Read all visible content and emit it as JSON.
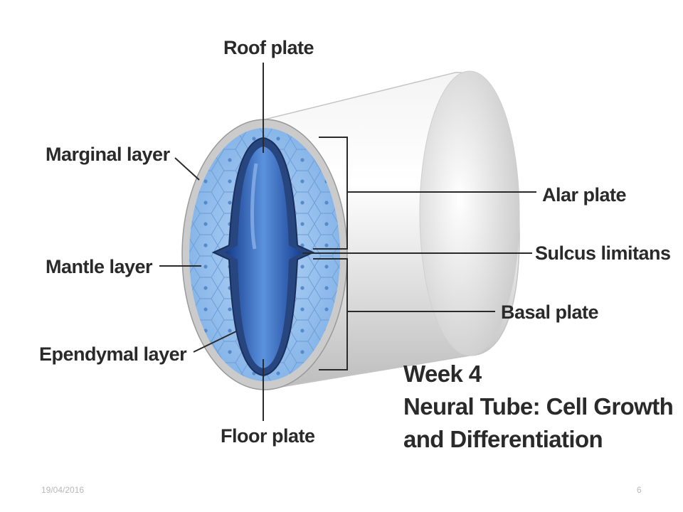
{
  "labels": {
    "roof_plate": "Roof plate",
    "marginal_layer": "Marginal layer",
    "mantle_layer": "Mantle layer",
    "ependymal_layer": "Ependymal layer",
    "floor_plate": "Floor plate",
    "alar_plate": "Alar plate",
    "sulcus_limitans": "Sulcus limitans",
    "basal_plate": "Basal plate"
  },
  "caption": {
    "line1": "Week 4",
    "line2": "Neural Tube: Cell Growth",
    "line3": "and Differentiation"
  },
  "footer": {
    "date": "19/04/2016",
    "page": "6"
  },
  "colors": {
    "tube_wall": "#e6e6e6",
    "tissue_blue": "#9ec6f0",
    "lumen_blue": "#2f63b8",
    "marginal_rim": "#c9c9c9"
  }
}
